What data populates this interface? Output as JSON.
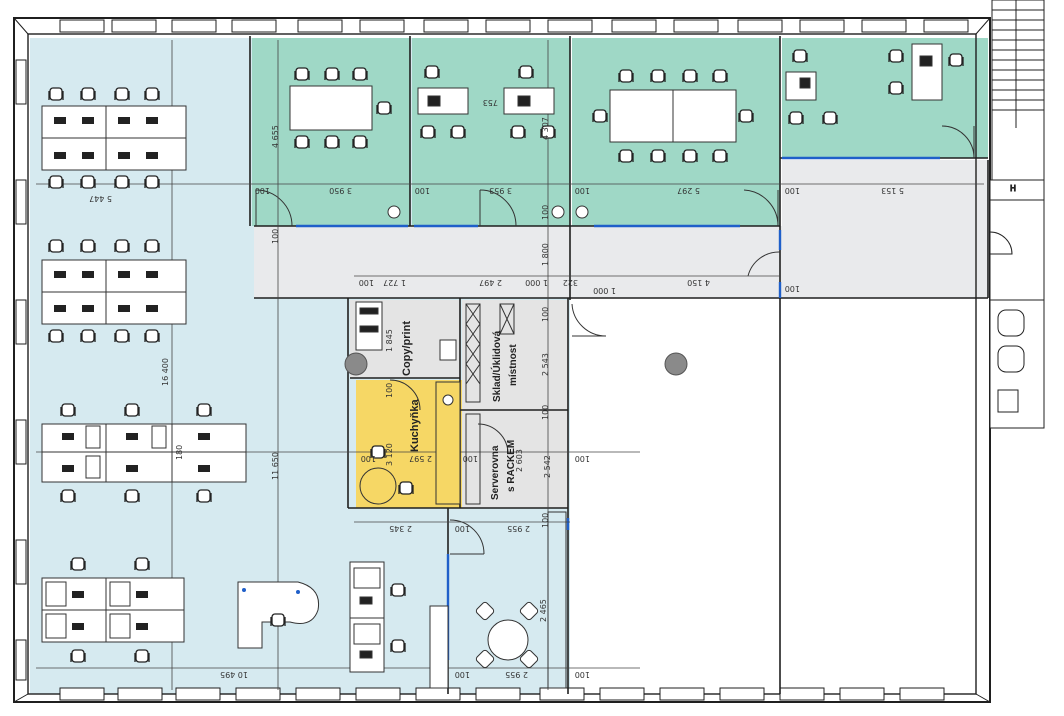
{
  "colors": {
    "open_office": "#d6eaf0",
    "meeting": "#9fd8c6",
    "corridor": "#e9eaec",
    "kitchen": "#f6d765",
    "service": "#e4e4e4",
    "unassigned": "#ffffff",
    "wall": "#1f1f1f",
    "glass": "#1f5fc9",
    "column": "#8a8a8a"
  },
  "rooms": {
    "copy_print": "Copy/print",
    "storage_line1": "Sklad/Úklidová",
    "storage_line2": "místnost",
    "kitchen": "Kuchyňka",
    "server_line1": "Serverovna",
    "server_line2": "s RACKEM"
  },
  "dimensions": {
    "d_5447": "5 447",
    "d_3950": "3 950",
    "d_3953": "3 953",
    "d_5297": "5 297",
    "d_5153": "5 153",
    "d_4655": "4 655",
    "d_753": "753",
    "d_4307": "4 307",
    "d_1800": "1 800",
    "d_1727": "1 727",
    "d_2497": "2 497",
    "d_1000a": "1 000",
    "d_322": "322",
    "d_1000b": "1 000",
    "d_4150": "4 150",
    "d_1845": "1 845",
    "d_2543": "2 543",
    "d_16400": "16 400",
    "d_11650": "11 650",
    "d_3120": "3 120",
    "d_2597": "2 597",
    "d_2603": "2 603",
    "d_2542": "2 542",
    "d_2345": "2 345",
    "d_2955": "2 955",
    "d_2465": "2 465",
    "d_2955b": "2 955",
    "d_10495": "10 495",
    "d_180": "180",
    "d_100": "100"
  }
}
